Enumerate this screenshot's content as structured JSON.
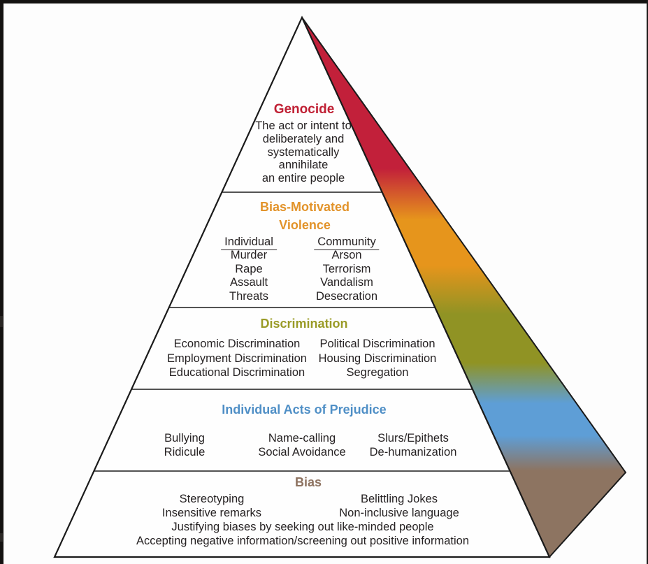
{
  "figure": {
    "type": "pyramid-diagram",
    "text_color": "#262223",
    "outline_color": "#1a1a1a",
    "background_color": "#fdfdfd",
    "frame_color": "#141211",
    "levels": [
      {
        "title": "Genocide",
        "title_lines": [
          "Genocide"
        ],
        "color": "#c02034",
        "side_color": "#c2203a",
        "description_lines": [
          "The act or intent to",
          "deliberately and",
          "systematically",
          "annihilate",
          "an entire people"
        ]
      },
      {
        "title": "Bias-Motivated Violence",
        "title_lines": [
          "Bias-Motivated",
          "Violence"
        ],
        "color": "#e2932a",
        "side_color": "#e6951c",
        "columns": [
          {
            "header": "Individual",
            "items": [
              "Murder",
              "Rape",
              "Assault",
              "Threats"
            ]
          },
          {
            "header": "Community",
            "items": [
              "Arson",
              "Terrorism",
              "Vandalism",
              "Desecration"
            ]
          }
        ]
      },
      {
        "title": "Discrimination",
        "title_lines": [
          "Discrimination"
        ],
        "color": "#9a9b27",
        "side_color": "#909324",
        "columns": [
          {
            "items": [
              "Economic Discrimination",
              "Employment Discrimination",
              "Educational Discrimination"
            ]
          },
          {
            "items": [
              "Political Discrimination",
              "Housing Discrimination",
              "Segregation"
            ]
          }
        ]
      },
      {
        "title": "Individual Acts of Prejudice",
        "title_lines": [
          "Individual Acts of Prejudice"
        ],
        "color": "#4f8fc6",
        "side_color": "#5e9ed6",
        "columns": [
          {
            "items": [
              "Bullying",
              "Ridicule"
            ]
          },
          {
            "items": [
              "Name-calling",
              "Social Avoidance"
            ]
          },
          {
            "items": [
              "Slurs/Epithets",
              "De-humanization"
            ]
          }
        ]
      },
      {
        "title": "Bias",
        "title_lines": [
          "Bias"
        ],
        "color": "#8d7260",
        "side_color": "#8d7461",
        "columns": [
          {
            "items": [
              "Stereotyping",
              "Insensitive remarks"
            ]
          },
          {
            "items": [
              "Belittling Jokes",
              "Non-inclusive language"
            ]
          }
        ],
        "full_width_lines": [
          "Justifying biases by seeking out like-minded people",
          "Accepting negative information/screening out positive information"
        ]
      }
    ]
  }
}
